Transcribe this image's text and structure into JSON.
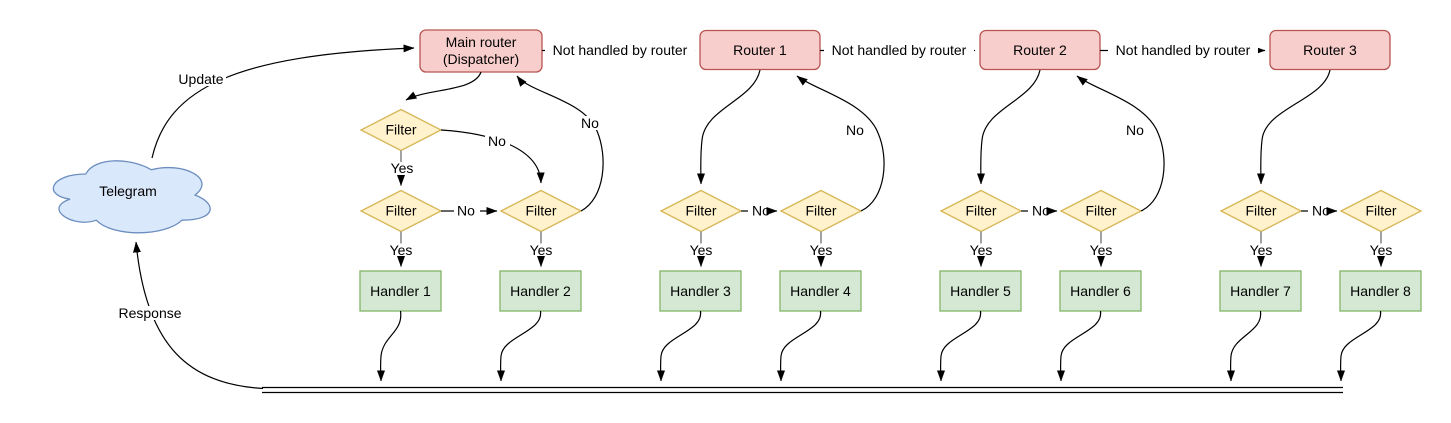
{
  "labels": {
    "telegram": "Telegram",
    "update": "Update",
    "response": "Response",
    "not_handled": "Not handled by router",
    "yes": "Yes",
    "no": "No",
    "filter": "Filter"
  },
  "nodes": {
    "main_router": {
      "line1": "Main router",
      "line2": "(Dispatcher)"
    },
    "routers": [
      {
        "label": "Router 1"
      },
      {
        "label": "Router 2"
      },
      {
        "label": "Router 3"
      }
    ],
    "handlers": [
      {
        "label": "Handler 1"
      },
      {
        "label": "Handler 2"
      },
      {
        "label": "Handler 3"
      },
      {
        "label": "Handler 4"
      },
      {
        "label": "Handler 5"
      },
      {
        "label": "Handler 6"
      },
      {
        "label": "Handler 7"
      },
      {
        "label": "Handler 8"
      }
    ]
  },
  "colors": {
    "router_fill": "#f8cecc",
    "router_stroke": "#b85450",
    "filter_fill": "#fff2cc",
    "filter_stroke": "#d6b656",
    "handler_fill": "#d5e8d4",
    "handler_stroke": "#82b366",
    "cloud_fill": "#dae8fc",
    "cloud_stroke": "#6c8ebf",
    "edge": "#000000",
    "connector_stub": "#999999",
    "background": "#ffffff"
  }
}
